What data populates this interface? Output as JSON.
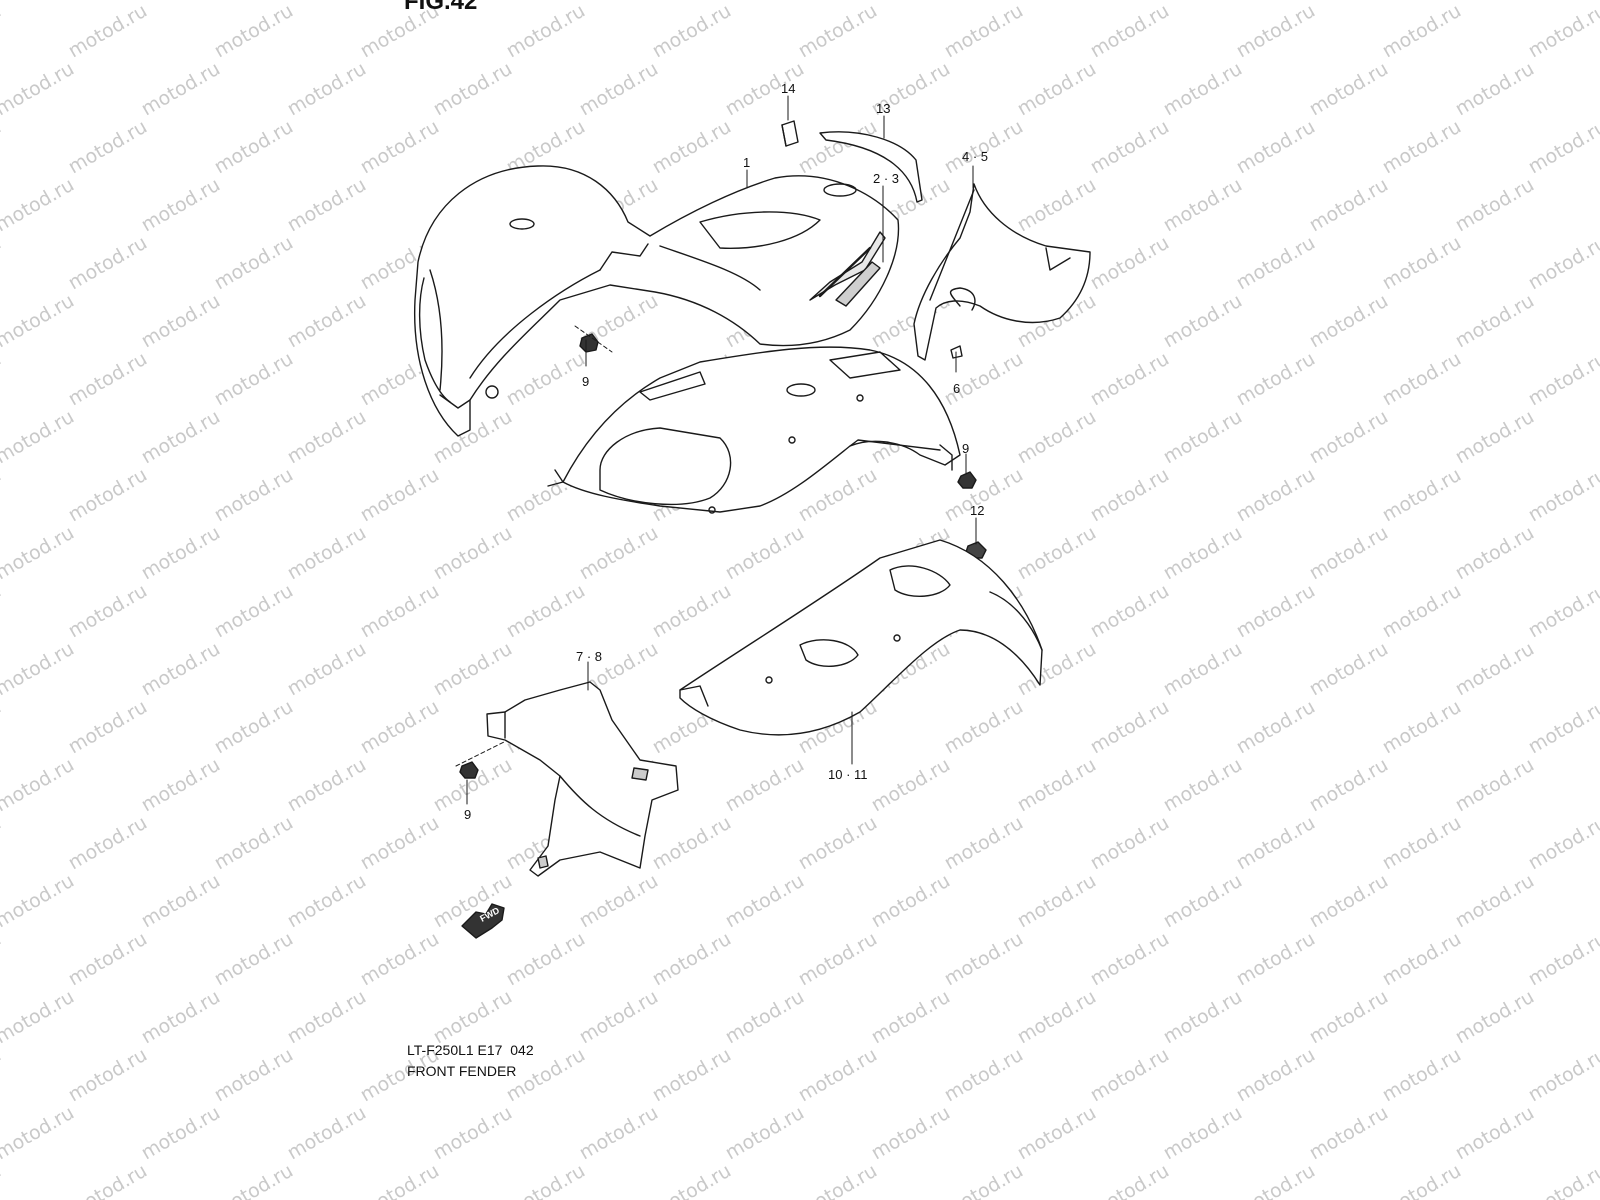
{
  "figure": {
    "title": "FIG.42"
  },
  "watermark": {
    "text": "motod.ru",
    "color": "#c9c9c9"
  },
  "callouts": [
    "1",
    "2 · 3",
    "4 · 5",
    "6",
    "7 · 8",
    "9",
    "9",
    "9",
    "10 · 11",
    "12",
    "13",
    "14"
  ],
  "direction_badge": {
    "text": "FWD"
  },
  "caption": {
    "model": "LT-F250L1 E17  042",
    "name": "FRONT FENDER"
  },
  "colors": {
    "line": "#1a1a1a",
    "background": "#ffffff"
  }
}
